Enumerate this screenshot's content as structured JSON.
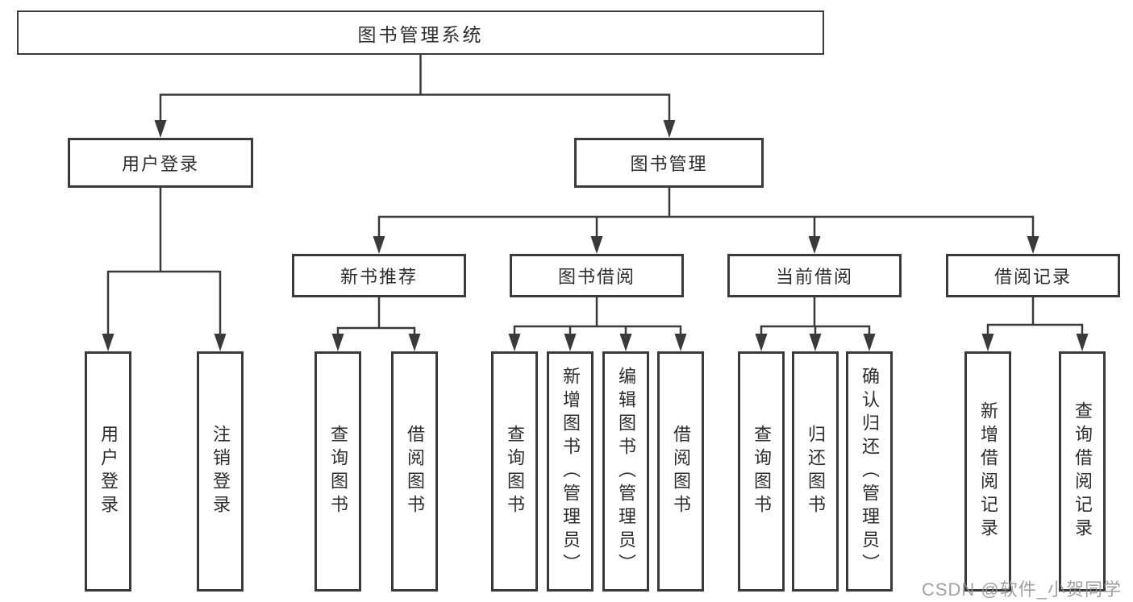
{
  "tree": {
    "root": {
      "label": "图书管理系统"
    },
    "level2": [
      {
        "label": "用户登录"
      },
      {
        "label": "图书管理"
      }
    ],
    "level3": [
      {
        "label": "新书推荐"
      },
      {
        "label": "图书借阅"
      },
      {
        "label": "当前借阅"
      },
      {
        "label": "借阅记录"
      }
    ],
    "leaves": {
      "user_login": [
        {
          "label": "用户登录"
        },
        {
          "label": "注销登录"
        }
      ],
      "new_books": [
        {
          "label": "查询图书"
        },
        {
          "label": "借阅图书"
        }
      ],
      "book_borrow": [
        {
          "label": "查询图书"
        },
        {
          "label": "新增图书（管理员）"
        },
        {
          "label": "编辑图书（管理员）"
        },
        {
          "label": "借阅图书"
        }
      ],
      "current_borrow": [
        {
          "label": "查询图书"
        },
        {
          "label": "归还图书"
        },
        {
          "label": "确认归还（管理员）"
        }
      ],
      "borrow_records": [
        {
          "label": "新增借阅记录"
        },
        {
          "label": "查询借阅记录"
        }
      ]
    }
  },
  "watermark": {
    "text": "CSDN @软件_小贺同学"
  },
  "colors": {
    "line": "#3a3a3a",
    "box_border": "#3a3a3a",
    "text": "#2d2d2d",
    "watermark": "#919191",
    "background": "#ffffff"
  }
}
